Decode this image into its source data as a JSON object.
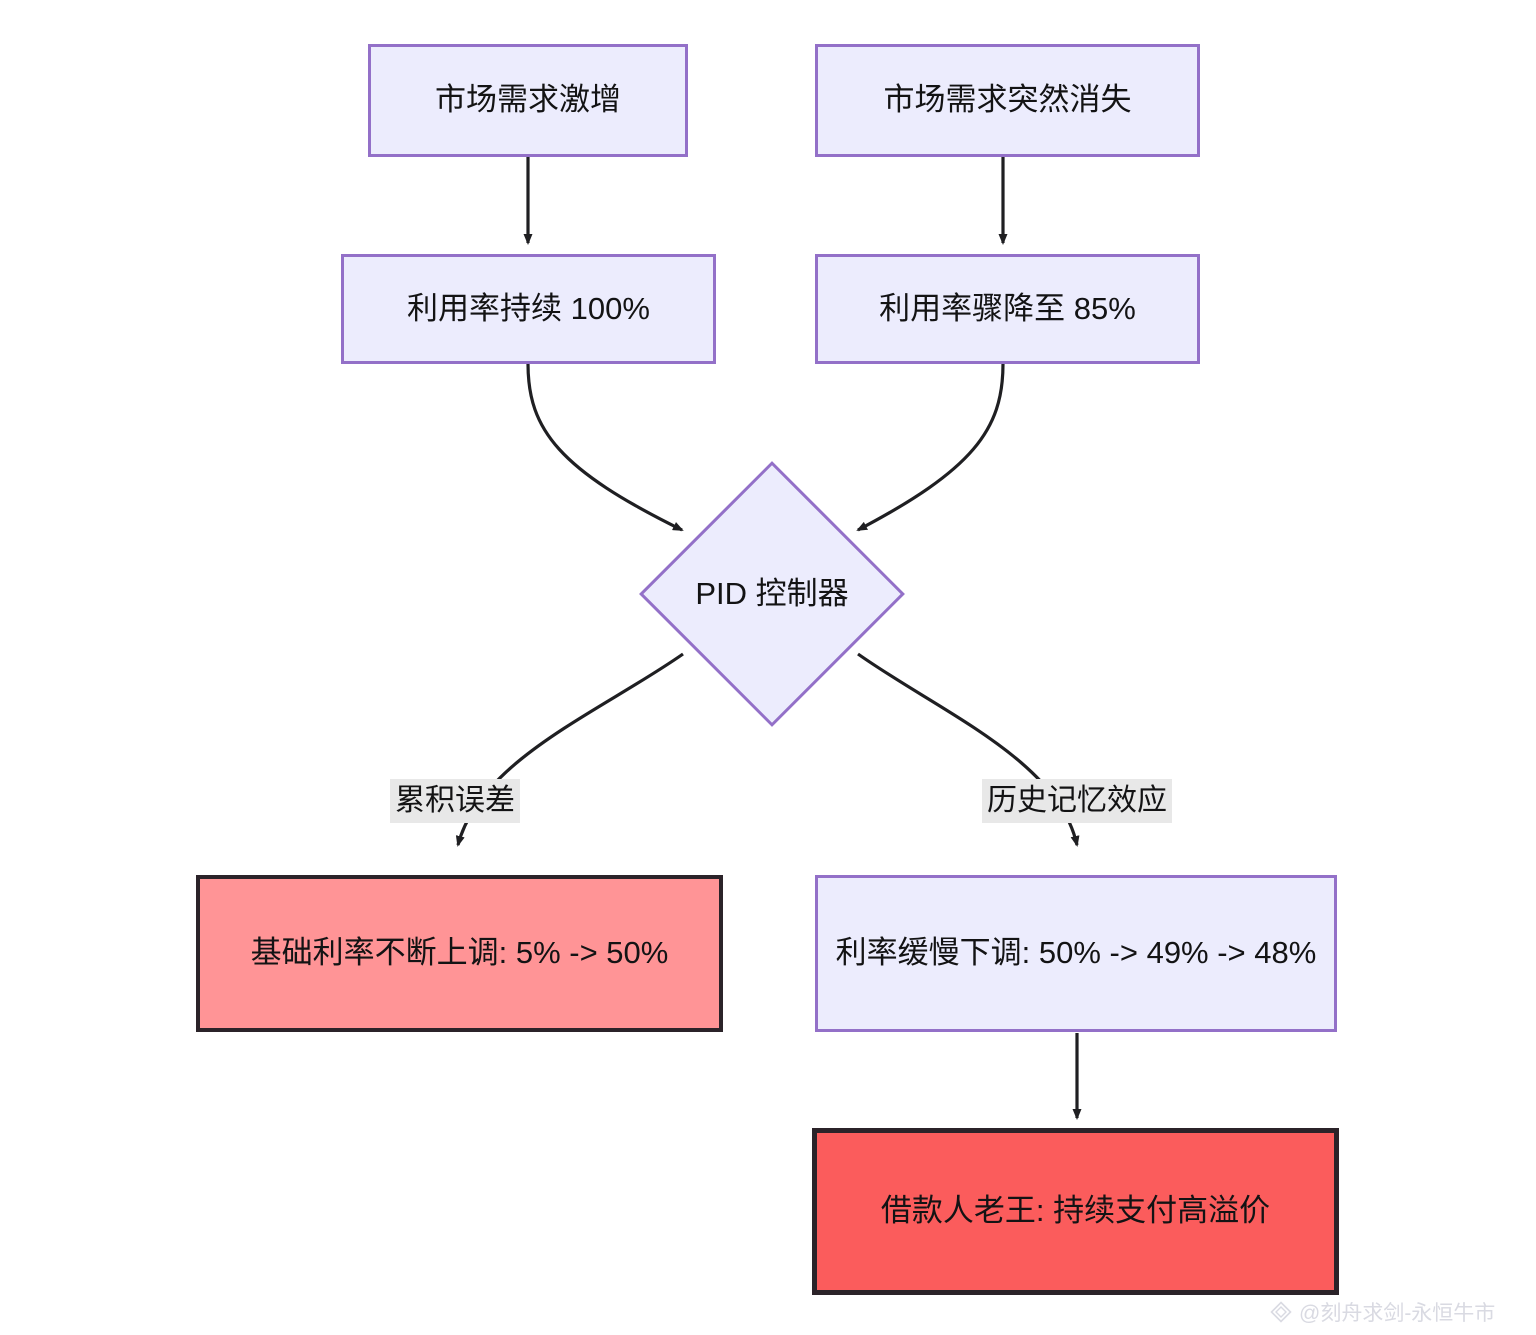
{
  "diagram": {
    "type": "flowchart",
    "direction": "top-down",
    "background": "#ffffff",
    "palette": {
      "process_fill": "#ececfd",
      "process_stroke": "#9370c8",
      "danger_fill": "#ff9496",
      "danger_strong_fill": "#fb5c5c",
      "danger_stroke": "#2b2329",
      "edge_stroke": "#1f1f22",
      "label_bg": "#e8e8e8",
      "text": "#131314"
    },
    "nodes": [
      {
        "id": "n1",
        "label": "市场需求激增",
        "shape": "rect",
        "style": "process"
      },
      {
        "id": "n2",
        "label": "市场需求突然消失",
        "shape": "rect",
        "style": "process"
      },
      {
        "id": "n3",
        "label": "利用率持续 100%",
        "shape": "rect",
        "style": "process"
      },
      {
        "id": "n4",
        "label": "利用率骤降至 85%",
        "shape": "rect",
        "style": "process"
      },
      {
        "id": "n5",
        "label": "PID 控制器",
        "shape": "diamond",
        "style": "process"
      },
      {
        "id": "n6",
        "label": "基础利率不断上调: 5% -> 50%",
        "shape": "rect",
        "style": "danger"
      },
      {
        "id": "n7",
        "label": "利率缓慢下调: 50% -> 49% -> 48%",
        "shape": "rect",
        "style": "process"
      },
      {
        "id": "n8",
        "label": "借款人老王: 持续支付高溢价",
        "shape": "rect",
        "style": "danger-strong"
      }
    ],
    "edges": [
      {
        "from": "n1",
        "to": "n3",
        "label": ""
      },
      {
        "from": "n2",
        "to": "n4",
        "label": ""
      },
      {
        "from": "n3",
        "to": "n5",
        "label": ""
      },
      {
        "from": "n4",
        "to": "n5",
        "label": ""
      },
      {
        "from": "n5",
        "to": "n6",
        "label": "累积误差"
      },
      {
        "from": "n5",
        "to": "n7",
        "label": "历史记忆效应"
      },
      {
        "from": "n7",
        "to": "n8",
        "label": ""
      }
    ]
  },
  "watermark": {
    "handle": "@刻舟求剑-永恒牛市"
  }
}
